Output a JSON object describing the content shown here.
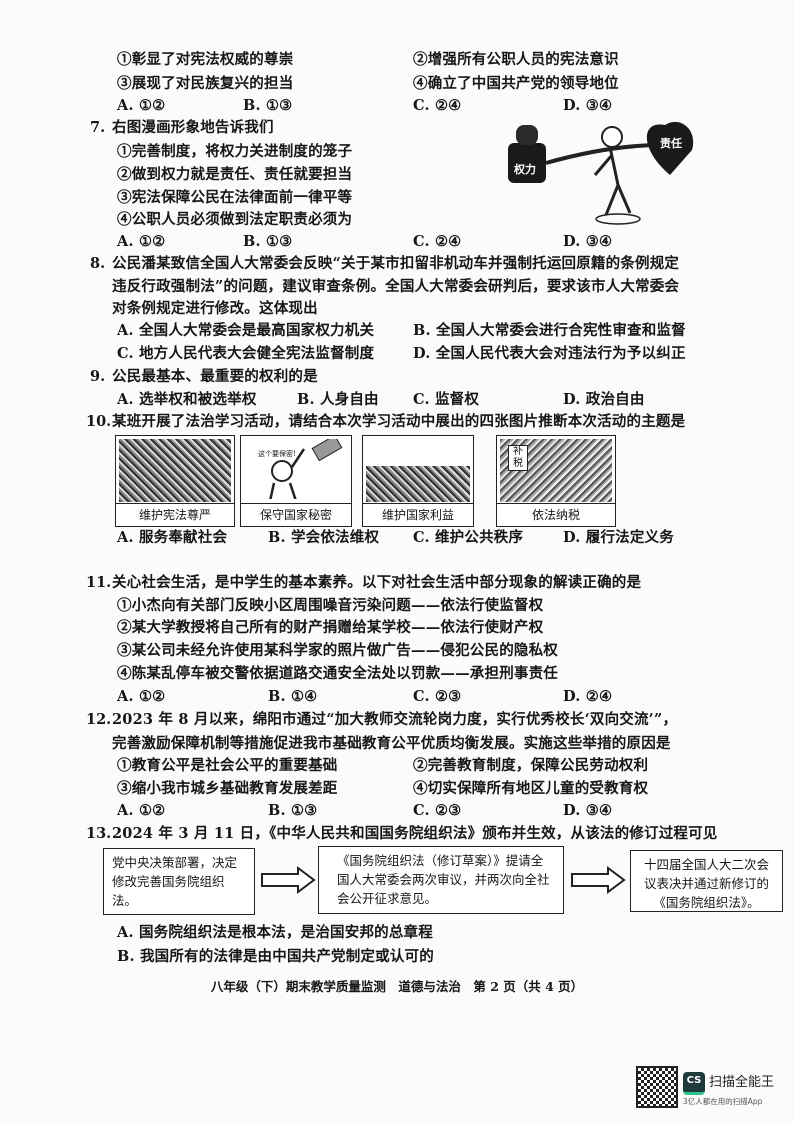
{
  "q6": {
    "items": [
      "①彰显了对宪法权威的尊崇",
      "②增强所有公职人员的宪法意识",
      "③展现了对民族复兴的担当",
      "④确立了中国共产党的领导地位"
    ],
    "options": [
      "A. ①②",
      "B. ①③",
      "C. ②④",
      "D. ③④"
    ]
  },
  "q7": {
    "number": "7.",
    "stem": "右图漫画形象地告诉我们",
    "items": [
      "①完善制度，将权力关进制度的笼子",
      "②做到权力就是责任、责任就要担当",
      "③宪法保障公民在法律面前一律平等",
      "④公职人员必须做到法定职责必须为"
    ],
    "options": [
      "A. ①②",
      "B. ①③",
      "C. ②④",
      "D. ③④"
    ],
    "cartoon": {
      "weight_label": "权力",
      "heart_label": "责任"
    }
  },
  "q8": {
    "number": "8.",
    "stem": [
      "公民潘某致信全国人大常委会反映“关于某市扣留非机动车并强制托运回原籍的条例规定",
      "违反行政强制法”的问题，建议审查条例。全国人大常委会研判后，要求该市人大常委会",
      "对条例规定进行修改。这体现出"
    ],
    "options": [
      "A. 全国人大常委会是最高国家权力机关",
      "B. 全国人大常委会进行合宪性审查和监督",
      "C. 地方人民代表大会健全宪法监督制度",
      "D. 全国人民代表大会对违法行为予以纠正"
    ]
  },
  "q9": {
    "number": "9.",
    "stem": "公民最基本、最重要的权利的是",
    "options": [
      "A. 选举权和被选举权",
      "B. 人身自由",
      "C. 监督权",
      "D. 政治自由"
    ]
  },
  "q10": {
    "number": "10.",
    "stem": "某班开展了法治学习活动，请结合本次学习活动中展出的四张图片推断本次活动的主题是",
    "pictures": [
      {
        "caption": "维护宪法尊严"
      },
      {
        "caption": "保守国家秘密",
        "bubble": "这个要保密!"
      },
      {
        "caption": "维护国家利益"
      },
      {
        "caption": "依法纳税",
        "sign": "补税"
      }
    ],
    "options": [
      "A. 服务奉献社会",
      "B. 学会依法维权",
      "C. 维护公共秩序",
      "D. 履行法定义务"
    ]
  },
  "q11": {
    "number": "11.",
    "stem": "关心社会生活，是中学生的基本素养。以下对社会生活中部分现象的解读正确的是",
    "items": [
      "①小杰向有关部门反映小区周围噪音污染问题——依法行使监督权",
      "②某大学教授将自己所有的财产捐赠给某学校——依法行使财产权",
      "③某公司未经允许使用某科学家的照片做广告——侵犯公民的隐私权",
      "④陈某乱停车被交警依据道路交通安全法处以罚款——承担刑事责任"
    ],
    "options": [
      "A. ①②",
      "B. ①④",
      "C. ②③",
      "D. ②④"
    ]
  },
  "q12": {
    "number": "12.",
    "stem": [
      "2023 年 8 月以来，绵阳市通过“加大教师交流轮岗力度，实行优秀校长‘双向交流’”，",
      "完善激励保障机制等措施促进我市基础教育公平优质均衡发展。实施这些举措的原因是"
    ],
    "items": [
      "①教育公平是社会公平的重要基础",
      "②完善教育制度，保障公民劳动权利",
      "③缩小我市城乡基础教育发展差距",
      "④切实保障所有地区儿童的受教育权"
    ],
    "options": [
      "A. ①②",
      "B. ①③",
      "C. ②③",
      "D. ③④"
    ]
  },
  "q13": {
    "number": "13.",
    "stem": "2024 年 3 月 11 日，《中华人民共和国国务院组织法》颁布并生效，从该法的修订过程可见",
    "flow": [
      "党中央决策部署，决定修改完善国务院组织法。",
      "《国务院组织法（修订草案）》提请全国人大常委会两次审议，并两次向全社会公开征求意见。",
      "十四届全国人大二次会议表决并通过新修订的《国务院组织法》。"
    ],
    "options": [
      "A. 国务院组织法是根本法，是治国安邦的总章程",
      "B. 我国所有的法律是由中国共产党制定或认可的"
    ]
  },
  "footer": "八年级（下）期末教学质量监测　道德与法治　第 2 页（共 4 页）",
  "watermark": {
    "logo": "CS",
    "name": "扫描全能王",
    "tagline": "3亿人都在用的扫描App",
    "accent": "#2fc08f"
  }
}
